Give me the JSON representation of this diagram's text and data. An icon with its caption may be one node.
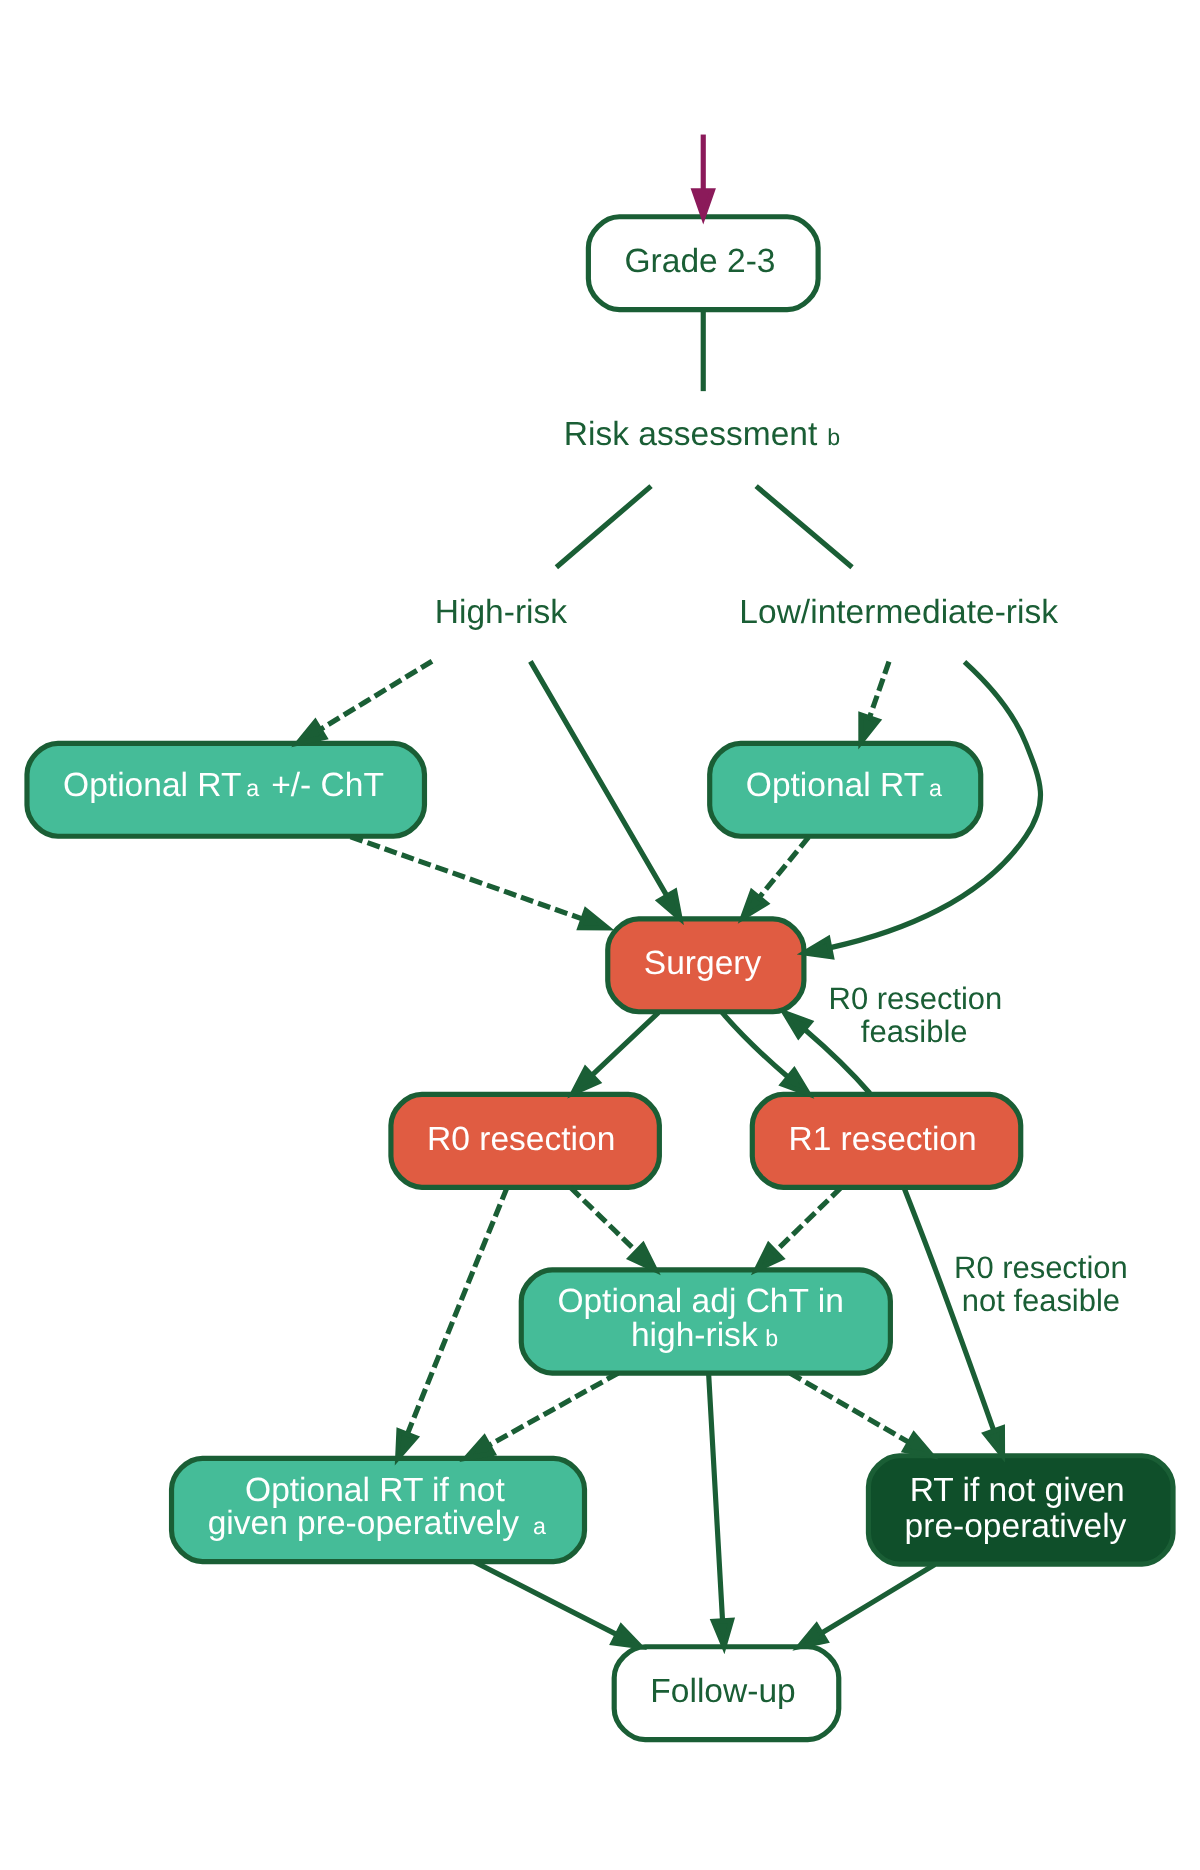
{
  "diagram": {
    "nodes": [
      {
        "text": [
          "Grade 2-3"
        ]
      },
      {
        "text": [
          "Risk assessment$^{b}$"
        ]
      },
      {
        "text": [
          "High-risk"
        ]
      },
      {
        "text": [
          "Low/intermediate-risk"
        ]
      },
      {
        "text": [
          "Optional RT$^{a}$ +/- ChT"
        ]
      },
      {
        "text": [
          "Optional RT$^{a}$"
        ]
      },
      {
        "text": [
          "Surgery"
        ]
      },
      {
        "text": [
          "R0 resection"
        ]
      },
      {
        "text": [
          "R1 resection"
        ]
      },
      {
        "text": [
          "Optional adj ChT in high-risk$^{b}$"
        ]
      },
      {
        "text": [
          "RT if not given pre-operatively"
        ]
      },
      {
        "text": [
          "Optional RT if not given pre-operatively$^{a}$"
        ]
      },
      {
        "text": [
          "Follow-up"
        ]
      }
    ],
    "edges": [
      {
        "from": null,
        "to": 0,
        "arrow": "to",
        "color": "#8b1a5a"
      },
      {
        "from": 0,
        "to": 1,
        "arrow": "none"
      },
      {
        "from": 1,
        "to": 2,
        "arrow": "none"
      },
      {
        "from": 1,
        "to": 3,
        "arrow": "none"
      },
      {
        "from": 2,
        "to": 4,
        "arrow": "to",
        "style": "dashed"
      },
      {
        "from": 3,
        "to": 5,
        "arrow": "to",
        "style": "dashed"
      },
      {
        "from": 2,
        "to": 6,
        "arrow": "to"
      },
      {
        "from": 3,
        "to": 6,
        "arrow": "to"
      },
      {
        "from": 4,
        "to": 6,
        "arrow": "to",
        "style": "dashed"
      },
      {
        "from": 5,
        "to": 6,
        "arrow": "to",
        "style": "dashed"
      },
      {
        "from": 6,
        "to": 7,
        "arrow": "to"
      },
      {
        "from": 6,
        "to": 8,
        "arrow": "to"
      },
      {
        "from": 8,
        "to": 6,
        "arrow": "to",
        "label": "R0 resection feasible"
      },
      {
        "from": 7,
        "to": 9,
        "arrow": "to",
        "style": "dashed"
      },
      {
        "from": 8,
        "to": 9,
        "arrow": "to",
        "style": "dashed"
      },
      {
        "from": 8,
        "to": 10,
        "arrow": "to",
        "label": "R0 resection not feasible"
      },
      {
        "from": 9,
        "to": 10,
        "arrow": "to",
        "style": "dashed"
      },
      {
        "from": 7,
        "to": 11,
        "arrow": "to",
        "style": "dashed"
      },
      {
        "from": 9,
        "to": 11,
        "arrow": "to",
        "style": "dashed"
      },
      {
        "from": 9,
        "to": 12,
        "arrow": "to"
      },
      {
        "from": 11,
        "to": 12,
        "arrow": "to"
      },
      {
        "from": 10,
        "to": 12,
        "arrow": "to"
      }
    ]
  }
}
